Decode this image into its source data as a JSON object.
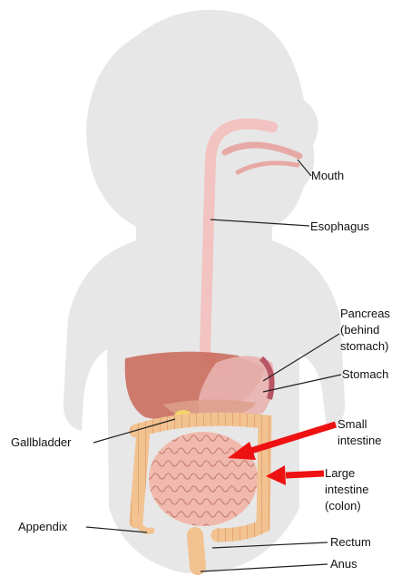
{
  "labels": {
    "mouth": "Mouth",
    "esophagus": "Esophagus",
    "pancreas": [
      "Pancreas",
      "(behind",
      "stomach)"
    ],
    "stomach": "Stomach",
    "small_intestine": [
      "Small",
      "intestine"
    ],
    "large_intestine": [
      "Large",
      "intestine",
      "(colon)"
    ],
    "gallbladder": "Gallbladder",
    "appendix": "Appendix",
    "rectum": "Rectum",
    "anus": "Anus"
  },
  "colors": {
    "body_silhouette": "#e7e7e7",
    "esophagus": "#f2c3c1",
    "liver": "#c96b5c",
    "stomach": "#e9b1ae",
    "intestine": "#f1b7aa",
    "colon": "#f2c291",
    "gallbladder": "#f3d46a",
    "callout_line": "#222222",
    "arrow": "#ee1111"
  }
}
